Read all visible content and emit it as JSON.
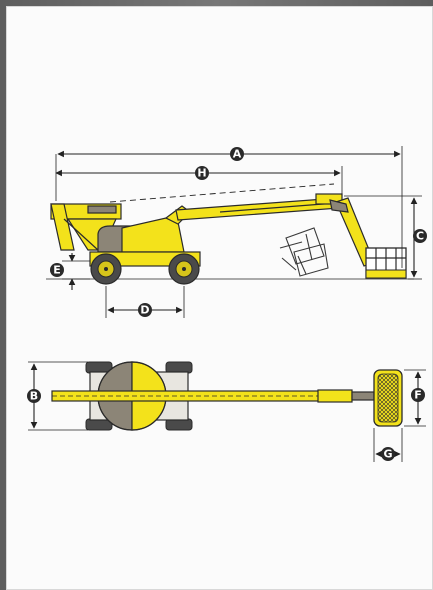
{
  "labels": {
    "A": "A",
    "B": "B",
    "C": "C",
    "D": "D",
    "E": "E",
    "F": "F",
    "G": "G",
    "H": "H"
  },
  "colors": {
    "machine_yellow": "#f3e21b",
    "chassis_gray": "#8c8577",
    "outline": "#2b2b2b",
    "badge": "#2a2a2a"
  }
}
